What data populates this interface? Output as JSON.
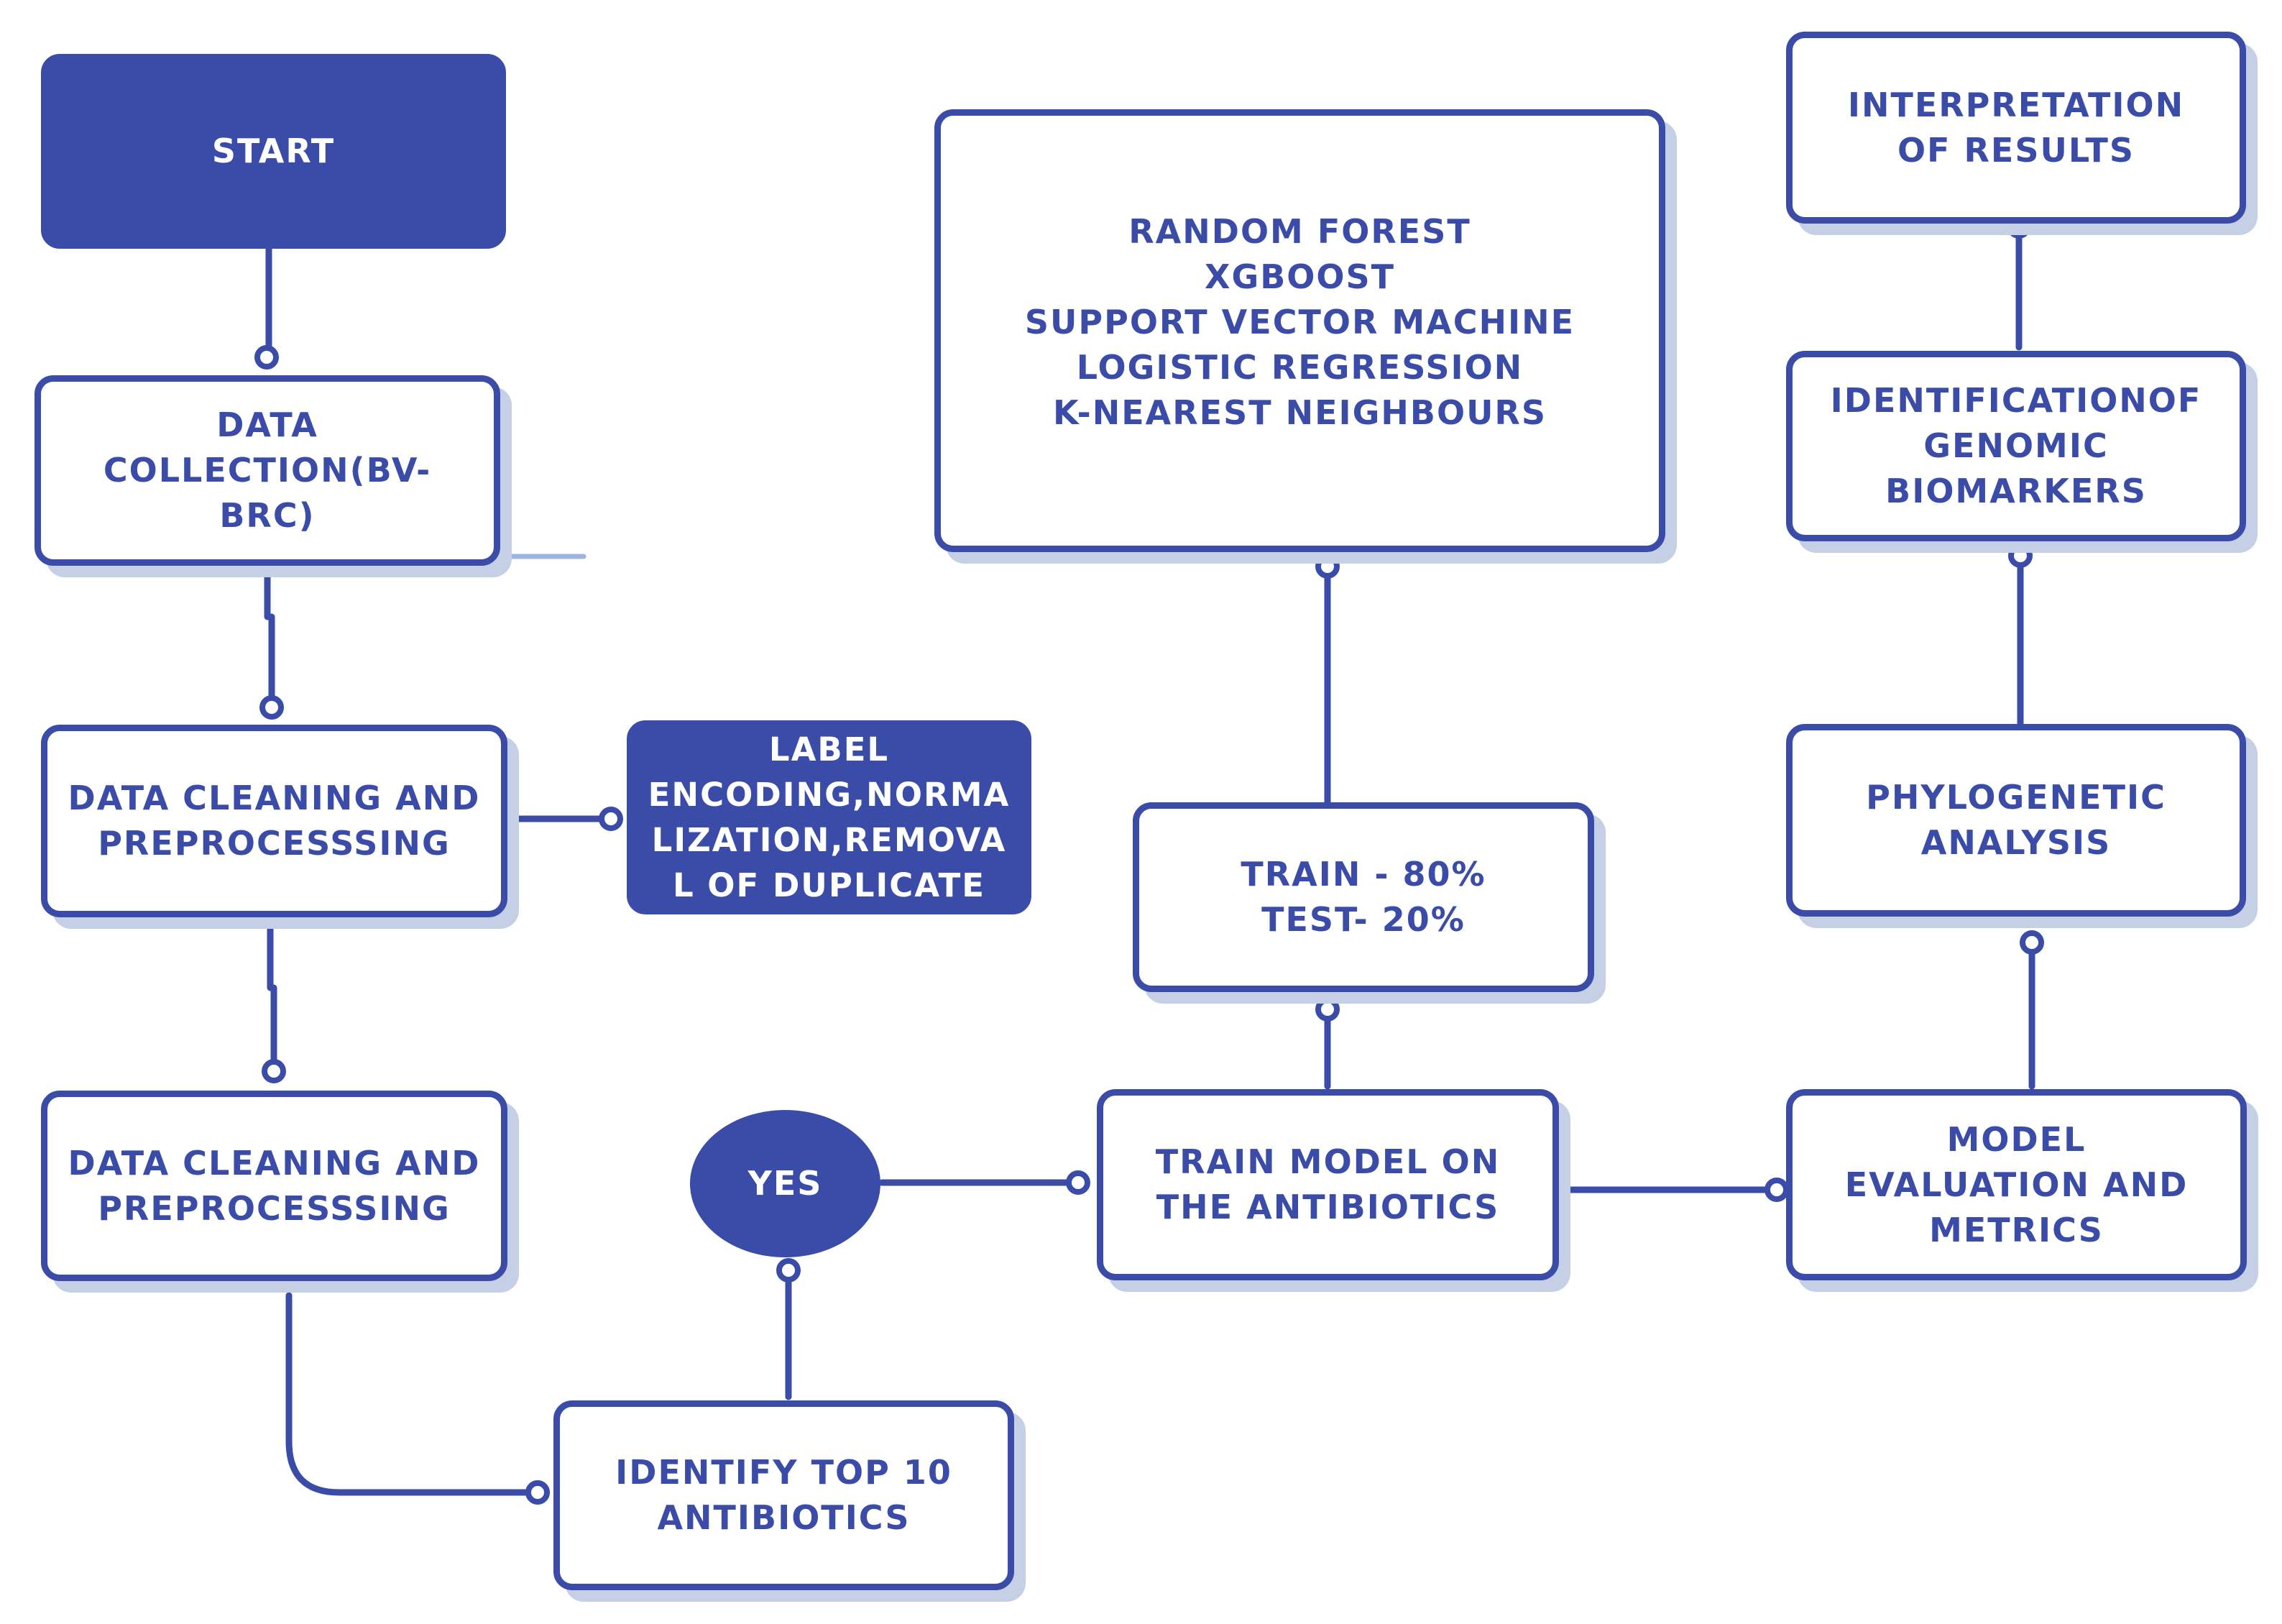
{
  "colors": {
    "primary": "#3a4ca8",
    "shadow": "#c5cfe6",
    "background": "#ffffff",
    "filled_text": "#ffffff"
  },
  "nodes": {
    "start": "START",
    "data_collection": "DATA\nCOLLECTION(BV-\nBRC)",
    "data_cleaning_1": "DATA CLEANING AND\nPREPROCESSSING",
    "preprocessing_steps": "LABEL\nENCODING,NORMA\nLIZATION,REMOVA\nL OF DUPLICATE",
    "data_cleaning_2": "DATA CLEANING AND\nPREPROCESSSING",
    "identify_antibiotics": "IDENTIFY TOP 10\nANTIBIOTICS",
    "yes": "YES",
    "train_model": "TRAIN MODEL ON\nTHE ANTIBIOTICS",
    "split": "TRAIN - 80%\nTEST- 20%",
    "models": "RANDOM FOREST\nXGBOOST\nSUPPORT VECTOR MACHINE\nLOGISTIC REGRESSION\nK-NEAREST NEIGHBOURS",
    "evaluation": "MODEL\nEVALUATION AND\nMETRICS",
    "phylogenetic": "PHYLOGENETIC\nANALYSIS",
    "biomarkers": "IDENTIFICATIONOF\nGENOMIC\nBIOMARKERS",
    "interpretation": "INTERPRETATION\nOF RESULTS"
  }
}
